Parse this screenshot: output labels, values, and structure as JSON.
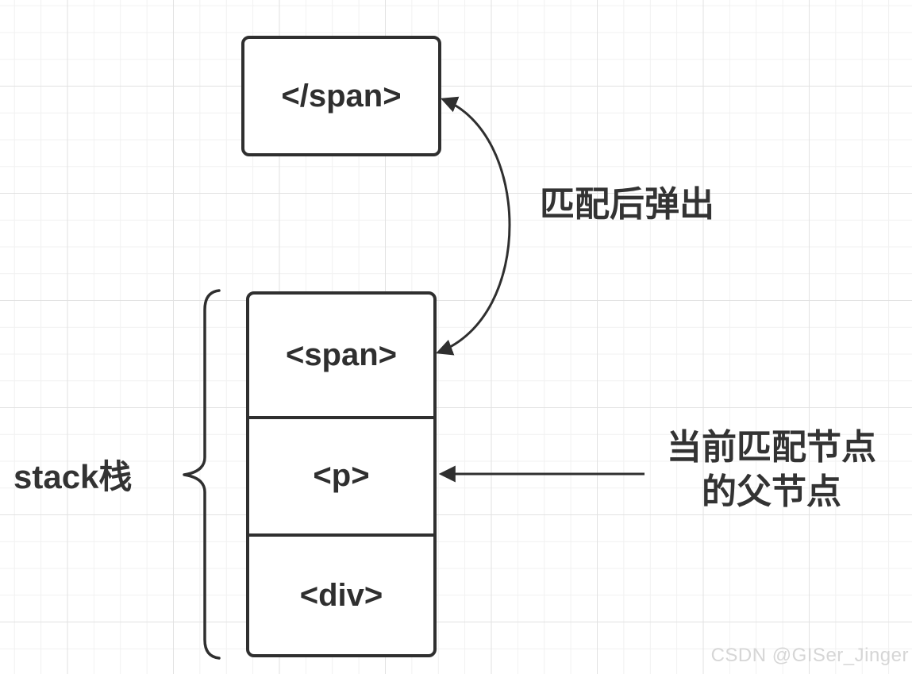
{
  "diagram": {
    "closing_tag_box": {
      "label": "</span>"
    },
    "stack": {
      "label": "stack栈",
      "items": [
        {
          "label": "<span>"
        },
        {
          "label": "<p>"
        },
        {
          "label": "<div>"
        }
      ]
    },
    "annotations": {
      "pop": "匹配后弹出",
      "parent_line1": "当前匹配节点",
      "parent_line2": "的父节点"
    },
    "colors": {
      "stroke": "#2f2f2f",
      "text": "#333333",
      "box_fill": "#ffffff",
      "grid_minor": "#f1f1f1",
      "grid_major": "#e2e2e2",
      "watermark": "#d6d6d6"
    }
  },
  "watermark": {
    "text": "CSDN @GISer_Jinger"
  }
}
